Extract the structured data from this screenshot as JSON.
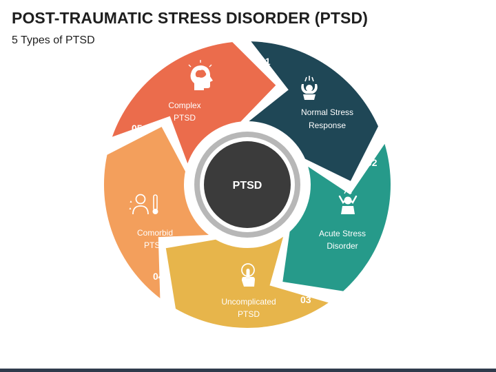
{
  "title": "POST-TRAUMATIC STRESS DISORDER (PTSD)",
  "subtitle": "5 Types of PTSD",
  "center": {
    "label": "PTSD"
  },
  "colors": {
    "navy": "#1f4756",
    "teal": "#269a8a",
    "yellow": "#e7b54b",
    "orange": "#f39f5c",
    "coral": "#eb6c4c",
    "center": "#3b3b3b",
    "ring": "#b7b7b7"
  },
  "segments": [
    {
      "number": "01",
      "line1": "Normal Stress",
      "line2": "Response",
      "icon": "stressed-person-icon",
      "color": "#1f4756"
    },
    {
      "number": "02",
      "line1": "Acute Stress",
      "line2": "Disorder",
      "icon": "head-holding-person-icon",
      "color": "#269a8a"
    },
    {
      "number": "03",
      "line1": "Uncomplicated",
      "line2": "PTSD",
      "icon": "pointing-hand-icon",
      "color": "#e7b54b"
    },
    {
      "number": "04",
      "line1": "Comorbid",
      "line2": "PTSD",
      "icon": "sick-person-thermometer-icon",
      "color": "#f39f5c"
    },
    {
      "number": "05",
      "line1": "Complex",
      "line2": "PTSD",
      "icon": "brain-head-icon",
      "color": "#eb6c4c"
    }
  ]
}
